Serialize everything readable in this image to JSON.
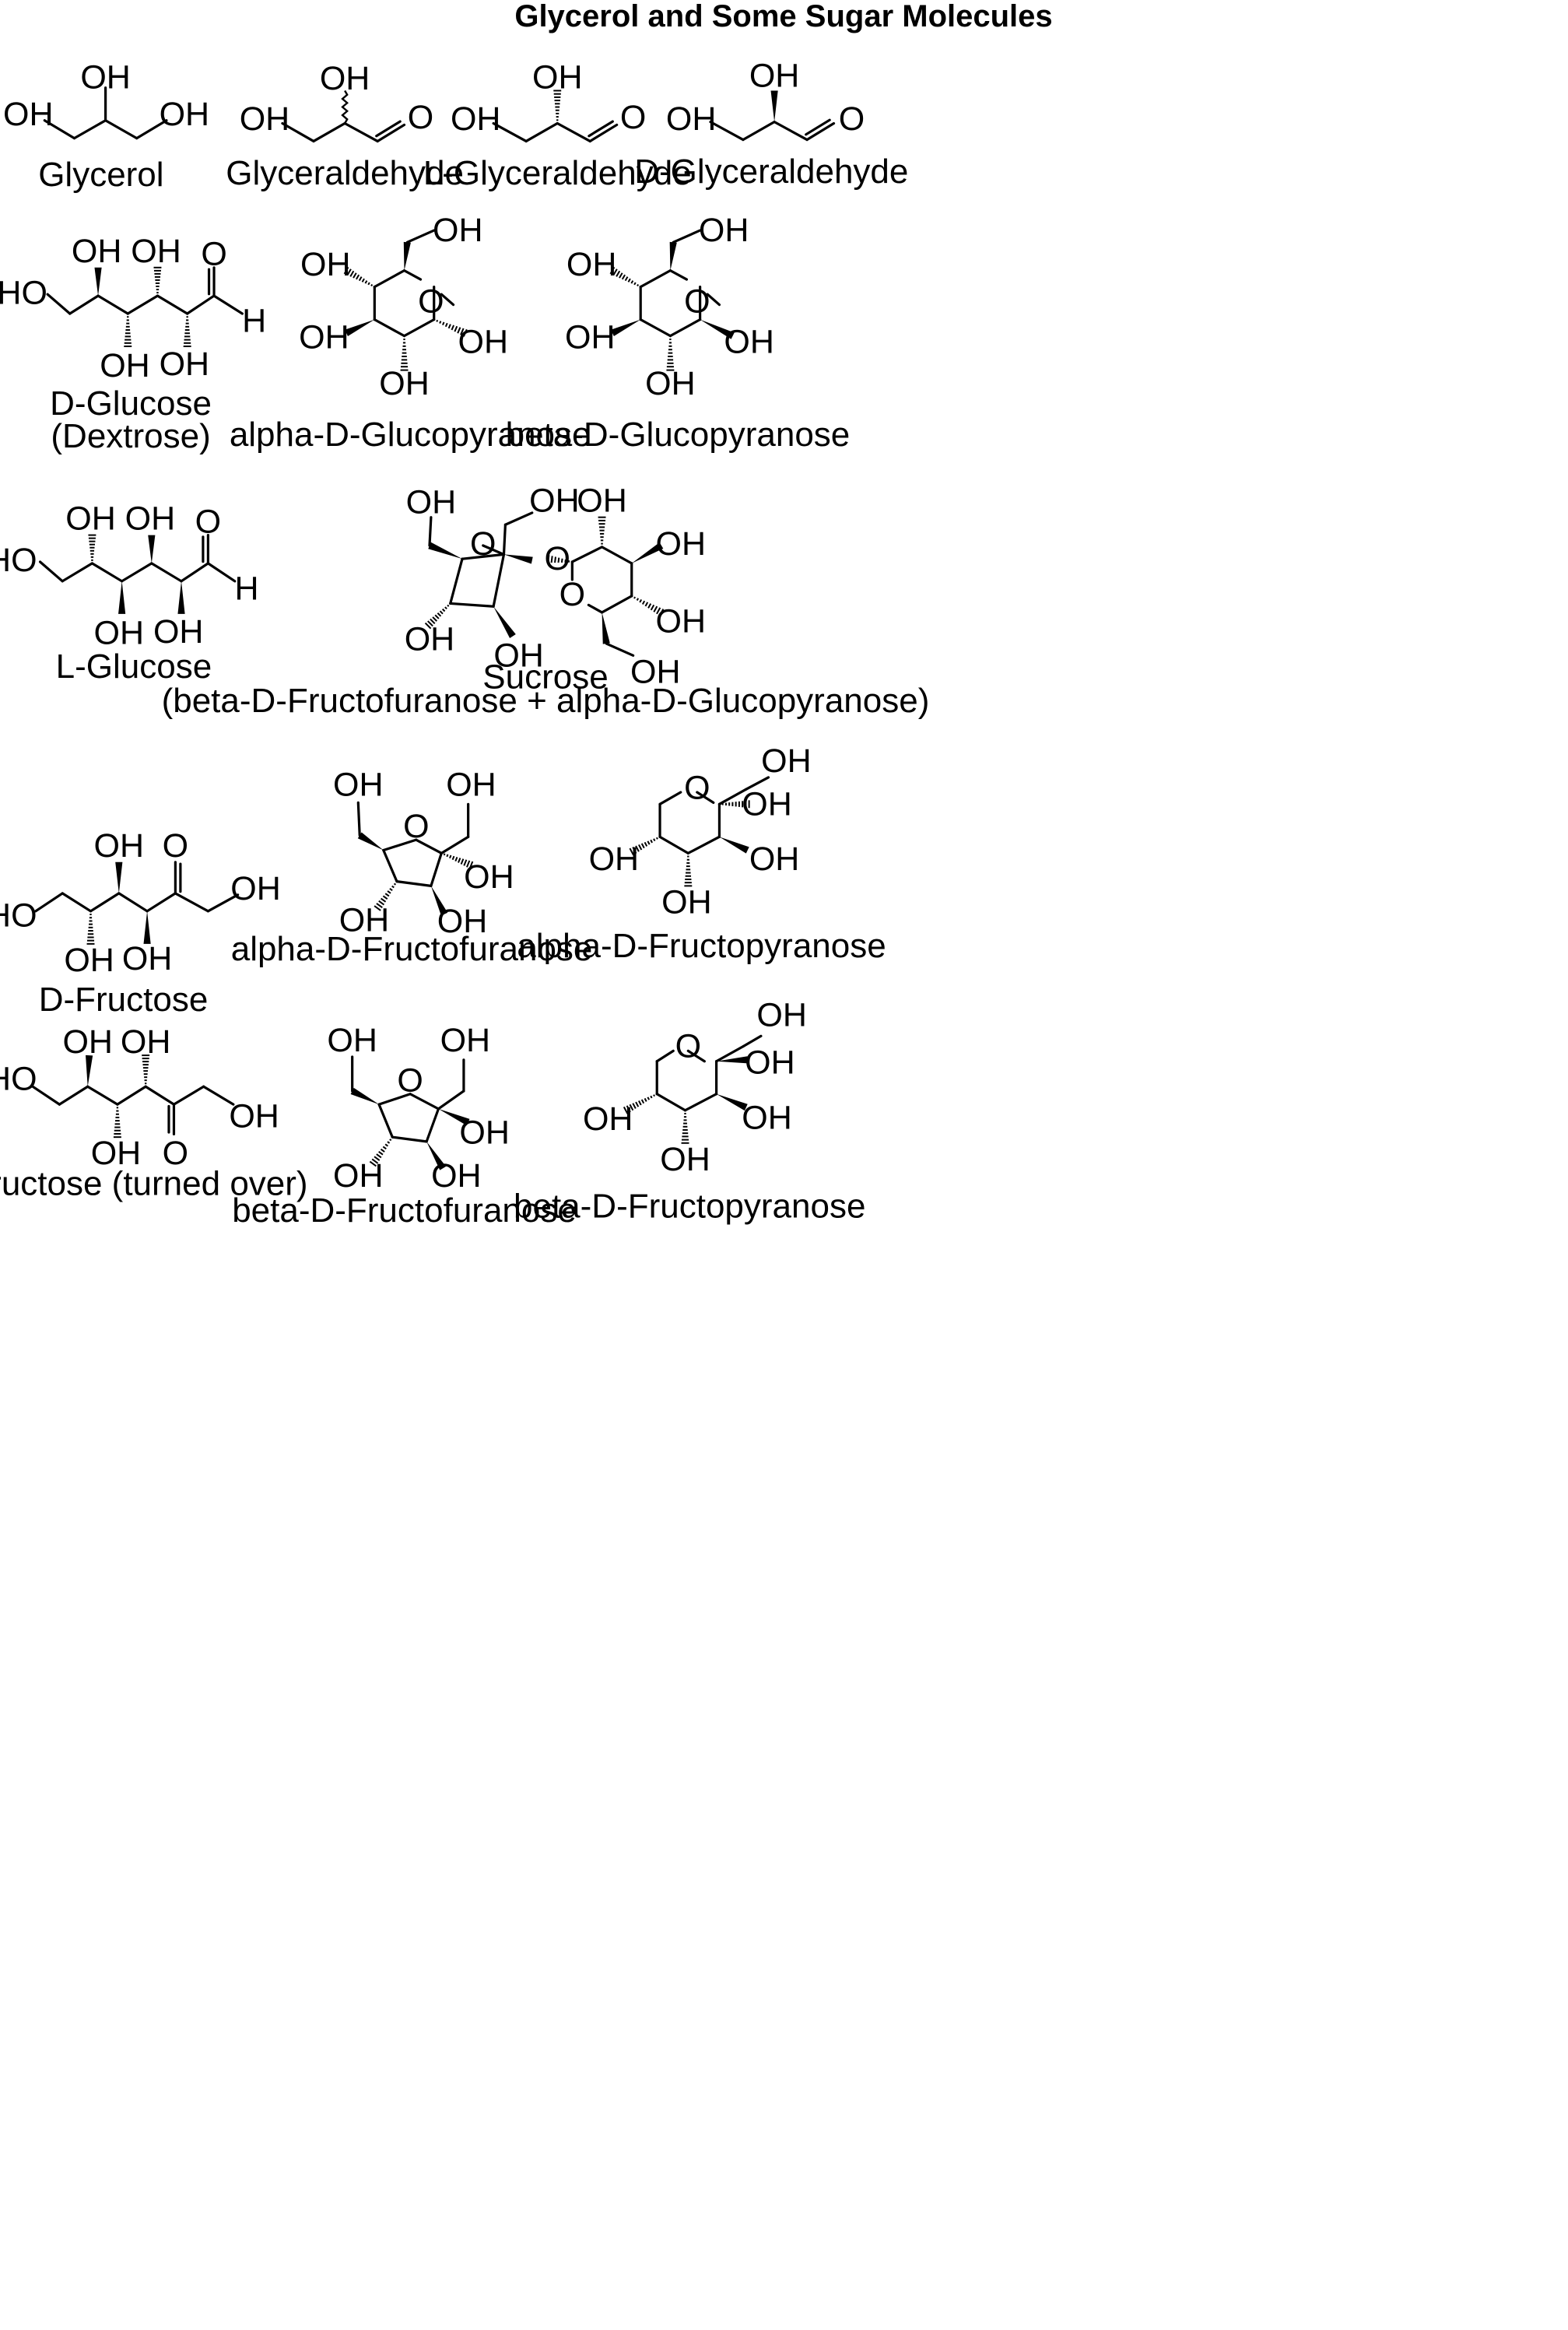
{
  "title": "Glycerol and Some Sugar Molecules",
  "atom_labels": {
    "oh": "OH",
    "ho": "HO",
    "o": "O",
    "h": "H"
  },
  "molecules": [
    {
      "name": "Glycerol"
    },
    {
      "name": "Glyceraldehyde"
    },
    {
      "name": "L-Glyceraldehyde"
    },
    {
      "name": "D-Glyceraldehyde"
    },
    {
      "name": "D-Glucose",
      "subname": "(Dextrose)"
    },
    {
      "name": "alpha-D-Glucopyranose"
    },
    {
      "name": "beta-D-Glucopyranose"
    },
    {
      "name": "L-Glucose"
    },
    {
      "name": "Sucrose",
      "subname": "(beta-D-Fructofuranose + alpha-D-Glucopyranose)"
    },
    {
      "name": "D-Fructose"
    },
    {
      "name": "alpha-D-Fructofuranose"
    },
    {
      "name": "alpha-D-Fructopyranose"
    },
    {
      "name": "D-Fructose (turned over)"
    },
    {
      "name": "beta-D-Fructofuranose"
    },
    {
      "name": "beta-D-Fructopyranose"
    }
  ]
}
